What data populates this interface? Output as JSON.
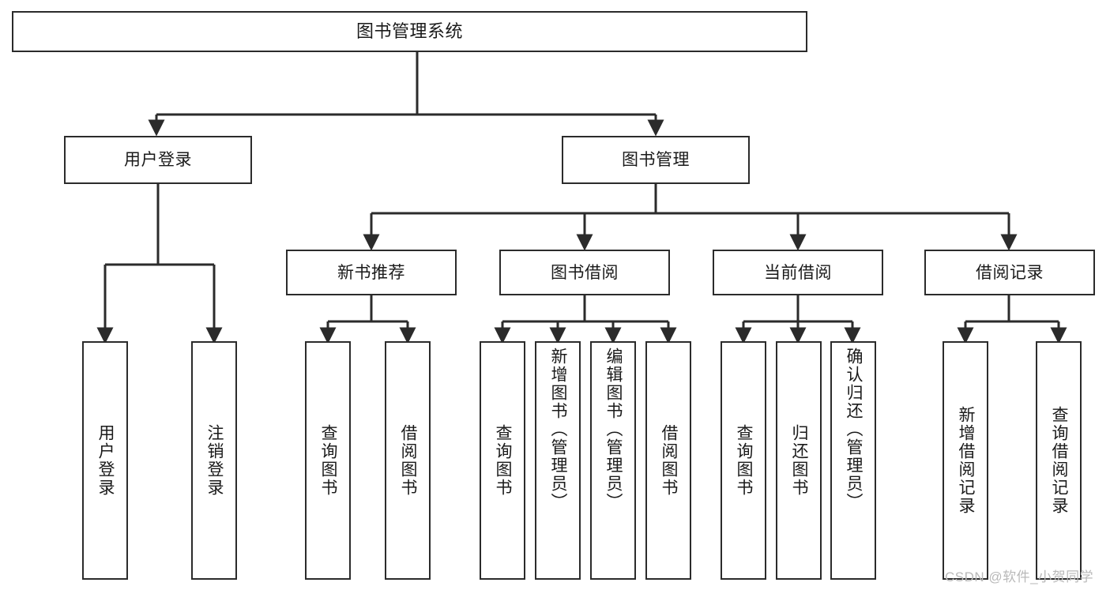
{
  "diagram": {
    "title": "图书管理系统",
    "type": "tree-hierarchy-chart",
    "colors": {
      "box_border": "#2b2b2b",
      "box_fill": "#ffffff",
      "connector": "#2b2b2b",
      "text": "#1a1a1a",
      "watermark": "#b9b9b9",
      "background": "#ffffff"
    },
    "root": {
      "label": "图书管理系统"
    },
    "level2": [
      {
        "label": "用户登录"
      },
      {
        "label": "图书管理"
      }
    ],
    "level3": [
      {
        "label": "新书推荐"
      },
      {
        "label": "图书借阅"
      },
      {
        "label": "当前借阅"
      },
      {
        "label": "借阅记录"
      }
    ],
    "leaves": {
      "user_login": [
        {
          "label": "用户登录"
        },
        {
          "label": "注销登录"
        }
      ],
      "new_book_recommend": [
        {
          "label": "查询图书"
        },
        {
          "label": "借阅图书"
        }
      ],
      "book_borrow": [
        {
          "label": "查询图书"
        },
        {
          "label": "新增图书（管理员）"
        },
        {
          "label": "编辑图书（管理员）"
        },
        {
          "label": "借阅图书"
        }
      ],
      "current_borrow": [
        {
          "label": "查询图书"
        },
        {
          "label": "归还图书"
        },
        {
          "label": "确认归还（管理员）"
        }
      ],
      "borrow_record": [
        {
          "label": "新增借阅记录"
        },
        {
          "label": "查询借阅记录"
        }
      ]
    },
    "watermark": "CSDN @软件_小贺同学"
  }
}
